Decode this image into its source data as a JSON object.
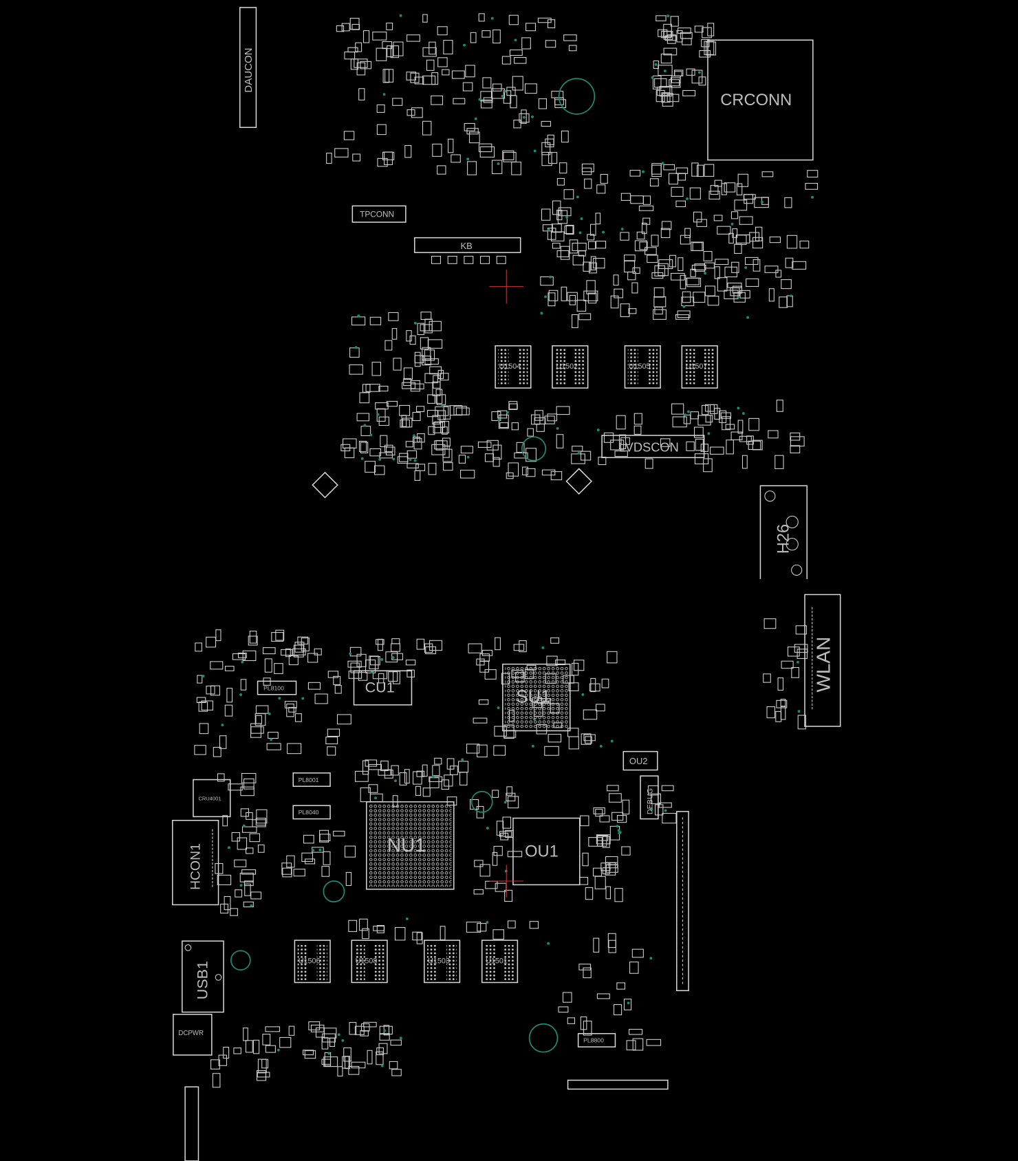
{
  "board": {
    "colors": {
      "background": "#000000",
      "outline": "#d8d8d8",
      "via": "#1f8a73",
      "marker": "#c23a3a"
    },
    "top_components": {
      "daucon": "DAUCON",
      "crconn": "CRCONN",
      "tpconn": "TPCONN",
      "kb": "KB",
      "u1504": "U1504",
      "u1502": "U1502",
      "u1505": "U1505",
      "u1507": "U1507",
      "lvdscon": "LVDSCON",
      "h26": "H26",
      "wlan": "WLAN"
    },
    "bottom_components": {
      "cu1": "CU1",
      "su1": "SU1",
      "pl8100": "PL8100",
      "cru4001": "CRU4001",
      "pl8001": "PL8001",
      "pl8040": "PL8040",
      "nu1": "NU1",
      "ou1": "OU1",
      "ou2": "OU2",
      "debug": "DEBUG",
      "hcon1": "HCON1",
      "u1506": "U1506",
      "u1508": "U1508",
      "u1503": "U1503",
      "u1501": "U1501",
      "usb1": "USB1",
      "dcpwr": "DCPWR",
      "pl8800": "PL8800"
    }
  }
}
